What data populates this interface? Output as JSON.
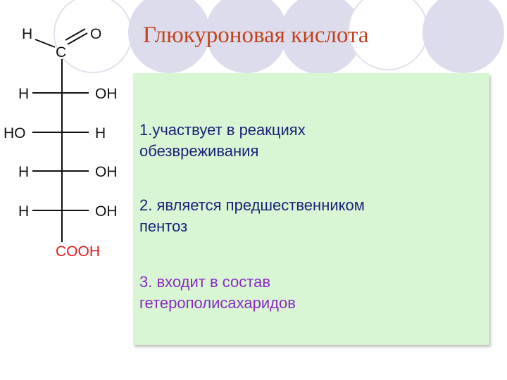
{
  "title": "Глюкуроновая кислота",
  "items": [
    {
      "line1": "1.участвует в реакциях",
      "line2": "обезвреживания"
    },
    {
      "line1": "2. является предшественником",
      "line2": "пентоз"
    },
    {
      "line1": "3. входит в состав",
      "line2": "гетерополисахаридов"
    }
  ],
  "formula": {
    "top_h": "H",
    "top_o": "O",
    "c1": "C",
    "rows": [
      {
        "left": "H",
        "right": "OH"
      },
      {
        "left": "HO",
        "right": "H"
      },
      {
        "left": "H",
        "right": "OH"
      },
      {
        "left": "H",
        "right": "OH"
      }
    ],
    "bottom": "COOH"
  },
  "colors": {
    "title": "#c3421d",
    "panel": "#d8f6d3",
    "items_1_2": "#1a237a",
    "item_3": "#8a2ac4",
    "cooh": "#e21b1b",
    "circles": "#dcdcec"
  }
}
